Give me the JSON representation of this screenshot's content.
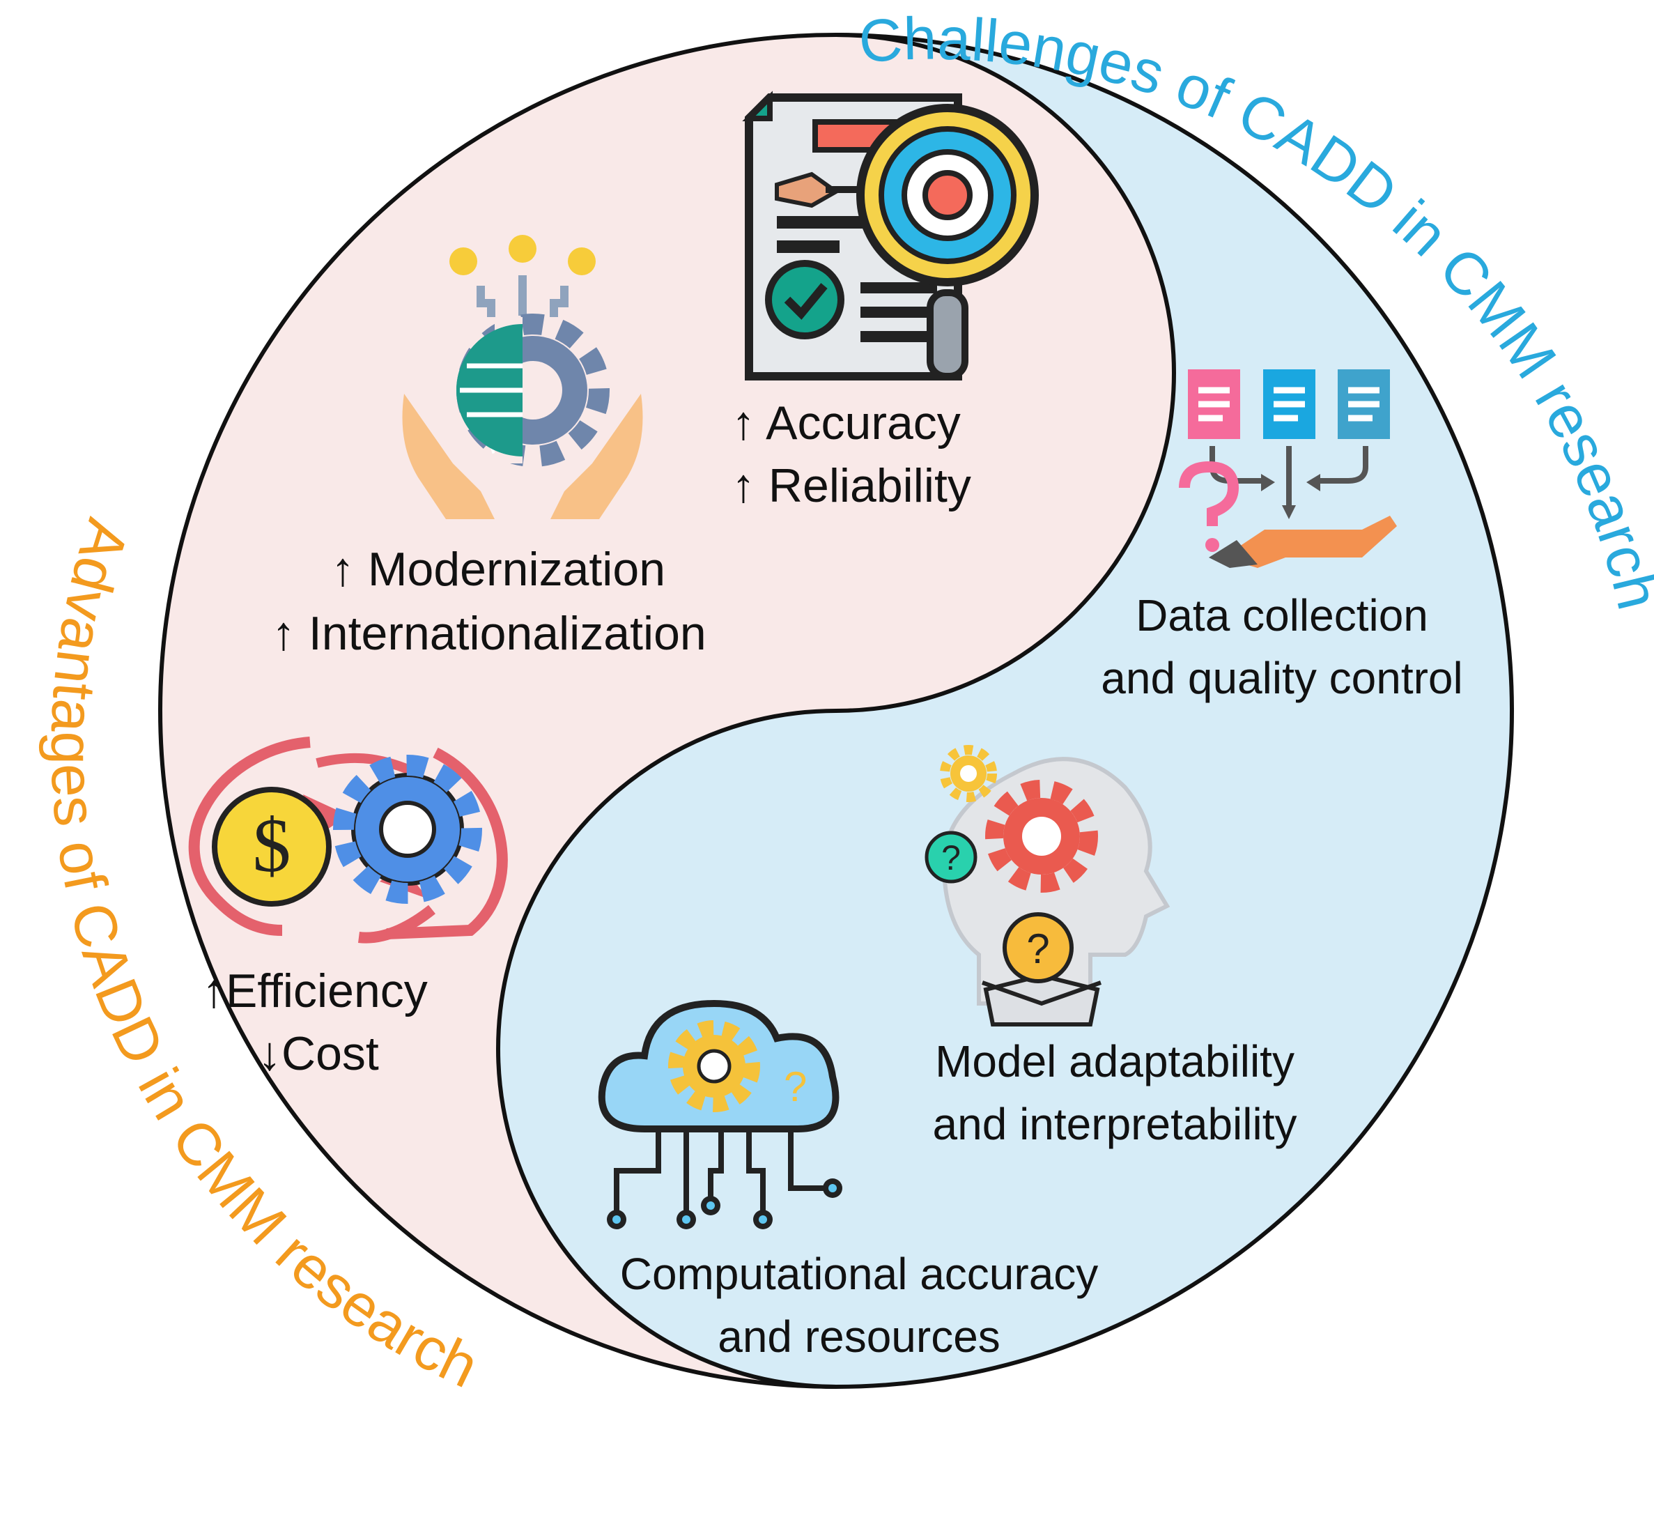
{
  "colors": {
    "advantages_fill": "#f9e9e8",
    "challenges_fill": "#d6ecf7",
    "outline": "#111111",
    "advantages_title": "#f39a1e",
    "challenges_title": "#29a9dd"
  },
  "titles": {
    "challenges": "Challenges of CADD in CMM research",
    "advantages": "Advantages of CADD in CMM research"
  },
  "advantages": [
    {
      "icon": "target-report-magnifier-icon",
      "lines": [
        "↑ Accuracy",
        "↑ Reliability"
      ]
    },
    {
      "icon": "hands-globe-gear-icon",
      "lines": [
        "↑ Modernization",
        "↑ Internationalization"
      ]
    },
    {
      "icon": "money-gear-cycle-icon",
      "lines": [
        "↑Efficiency",
        "↓Cost"
      ]
    }
  ],
  "challenges": [
    {
      "icon": "documents-to-hand-icon",
      "lines": [
        "Data collection",
        "and quality control"
      ]
    },
    {
      "icon": "head-gears-question-icon",
      "lines": [
        "Model adaptability",
        "and interpretability"
      ]
    },
    {
      "icon": "cloud-gear-network-icon",
      "lines": [
        "Computational accuracy",
        "and resources"
      ]
    }
  ]
}
